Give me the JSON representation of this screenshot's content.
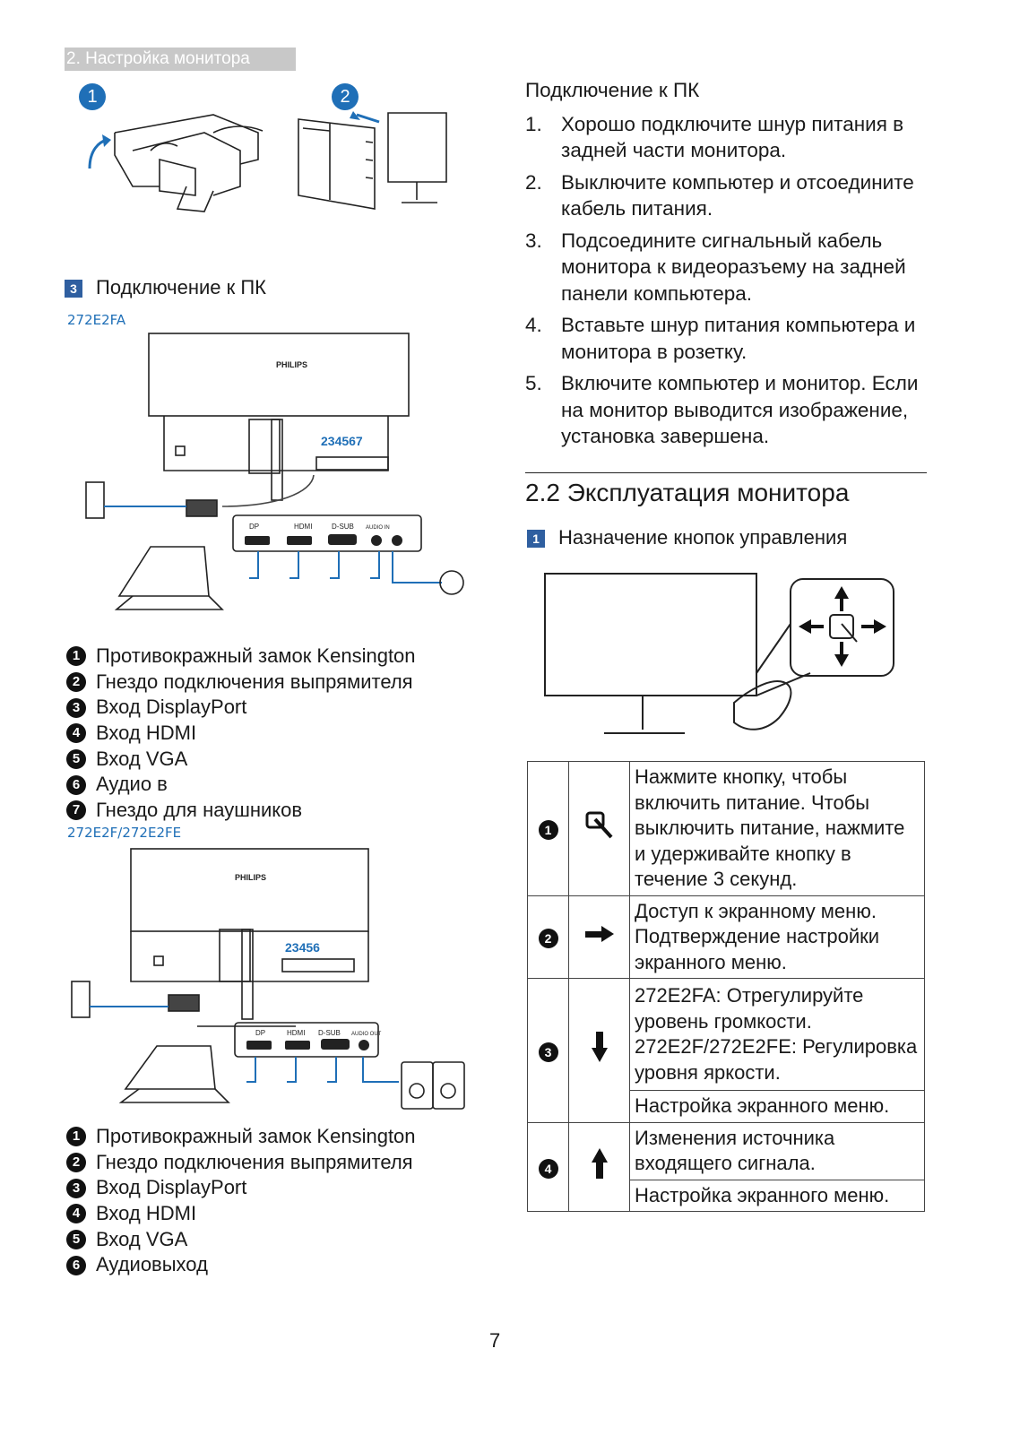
{
  "header": {
    "section_tab": "2. Настройка монитора"
  },
  "step_badges": [
    "1",
    "2"
  ],
  "subsection_pc": {
    "badge": "3",
    "title": "Подключение к ПК"
  },
  "model_a": "272E2FA",
  "model_b": "272E2F/272E2FE",
  "diagram_labels": {
    "brand": "PHILIPS",
    "dp": "DP",
    "hdmi": "HDMI",
    "dsub": "D-SUB",
    "audio_in": "AUDIO IN",
    "audio_out": "AUDIO OUT",
    "callout_a": "234567",
    "callout_b": "23456"
  },
  "legend_a": [
    {
      "n": "1",
      "text": "Противокражный замок Kensington"
    },
    {
      "n": "2",
      "text": "Гнездо подключения выпрямителя"
    },
    {
      "n": "3",
      "text": "Вход DisplayPort"
    },
    {
      "n": "4",
      "text": "Вход HDMI"
    },
    {
      "n": "5",
      "text": "Вход VGA"
    },
    {
      "n": "6",
      "text": "Аудио в"
    },
    {
      "n": "7",
      "text": "Гнездо для наушников"
    }
  ],
  "legend_b": [
    {
      "n": "1",
      "text": "Противокражный замок Kensington"
    },
    {
      "n": "2",
      "text": "Гнездо подключения выпрямителя"
    },
    {
      "n": "3",
      "text": "Вход DisplayPort"
    },
    {
      "n": "4",
      "text": "Вход HDMI"
    },
    {
      "n": "5",
      "text": "Вход VGA"
    },
    {
      "n": "6",
      "text": "Аудиовыход"
    }
  ],
  "connect": {
    "title": "Подключение к ПК",
    "steps": [
      {
        "n": "1.",
        "text": "Хорошо подключите шнур питания в задней части монитора."
      },
      {
        "n": "2.",
        "text": "Выключите компьютер и отсоедините кабель питания."
      },
      {
        "n": "3.",
        "text": "Подсоедините сигнальный кабель монитора к видеоразъему на задней панели компьютера."
      },
      {
        "n": "4.",
        "text": "Вставьте шнур питания компьютера и монитора в розетку."
      },
      {
        "n": "5.",
        "text": "Включите компьютер и монитор. Если на монитор выводится изображение, установка завершена."
      }
    ]
  },
  "section22": {
    "title": "2.2 Эксплуатация монитора",
    "badge": "1",
    "subtitle": "Назначение кнопок управления"
  },
  "controls": [
    {
      "n": "1",
      "icon": "power-joystick-icon",
      "texts": [
        "Нажмите кнопку, чтобы включить питание. Чтобы выключить питание, нажмите и удерживайте кнопку в течение 3 секунд."
      ]
    },
    {
      "n": "2",
      "icon": "arrow-right-icon",
      "texts": [
        "Доступ к экранному меню. Подтверждение настройки экранного меню."
      ]
    },
    {
      "n": "3",
      "icon": "arrow-down-icon",
      "texts": [
        "272E2FA: Отрегулируйте уровень громкости. 272E2F/272E2FE: Регулировка уровня яркости.",
        "Настройка экранного меню."
      ]
    },
    {
      "n": "4",
      "icon": "arrow-up-icon",
      "texts": [
        "Изменения источника входящего сигнала.",
        "Настройка экранного меню."
      ]
    }
  ],
  "footer": {
    "page_number": "7"
  }
}
